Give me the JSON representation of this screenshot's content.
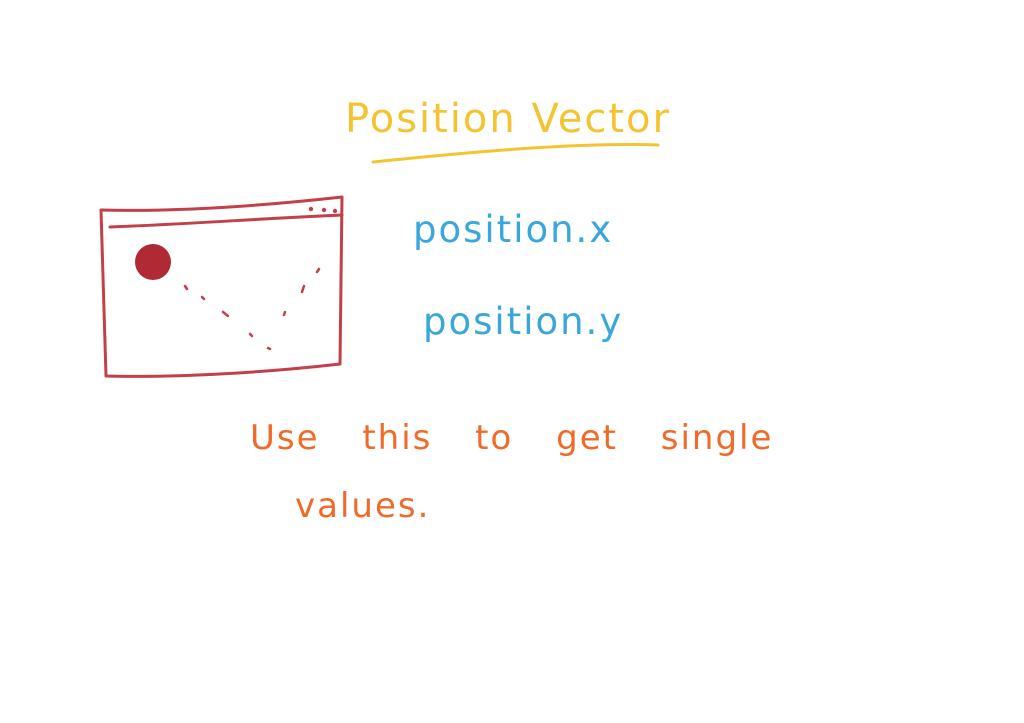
{
  "colors": {
    "title": "#f4c430",
    "underline": "#f4c430",
    "code": "#3aa6dc",
    "note": "#f06a2a",
    "window": "#c2404a",
    "ball": "#b02a34"
  },
  "title": "Position Vector",
  "code_lines": [
    "position.x",
    "position.y"
  ],
  "note": {
    "line1": "Use this to get single",
    "line2": "values."
  }
}
